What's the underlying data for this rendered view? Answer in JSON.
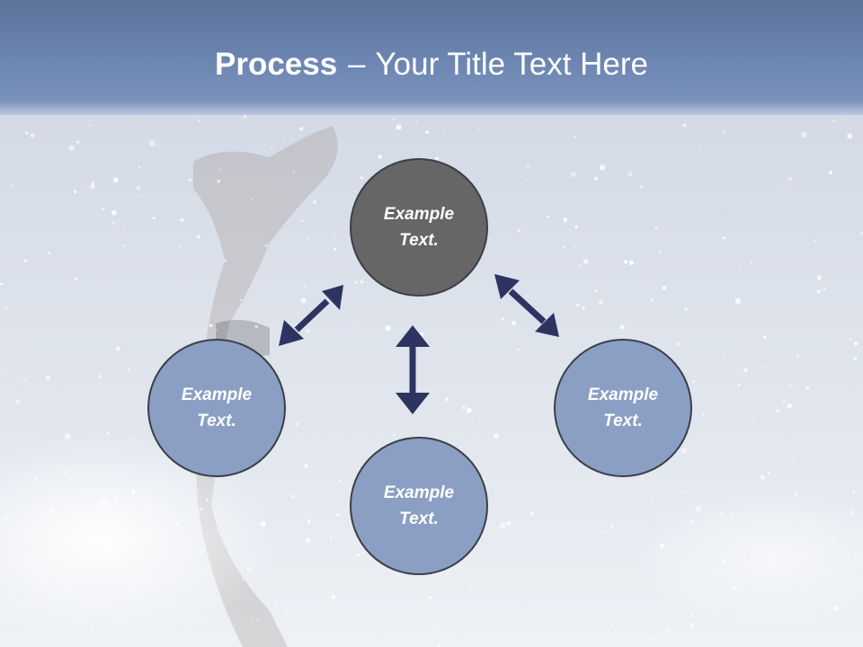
{
  "title": {
    "bold": "Process",
    "separator": "–",
    "rest": "Your Title Text Here"
  },
  "nodes": {
    "top": {
      "line1": "Example",
      "line2": "Text."
    },
    "left": {
      "line1": "Example",
      "line2": "Text."
    },
    "right": {
      "line1": "Example",
      "line2": "Text."
    },
    "bottom": {
      "line1": "Example",
      "line2": "Text."
    }
  },
  "colors": {
    "title_bar": "#6d86b2",
    "node_blue": "#8a9fc3",
    "node_dark": "#666666",
    "arrow": "#2e3461",
    "text": "#ffffff"
  }
}
